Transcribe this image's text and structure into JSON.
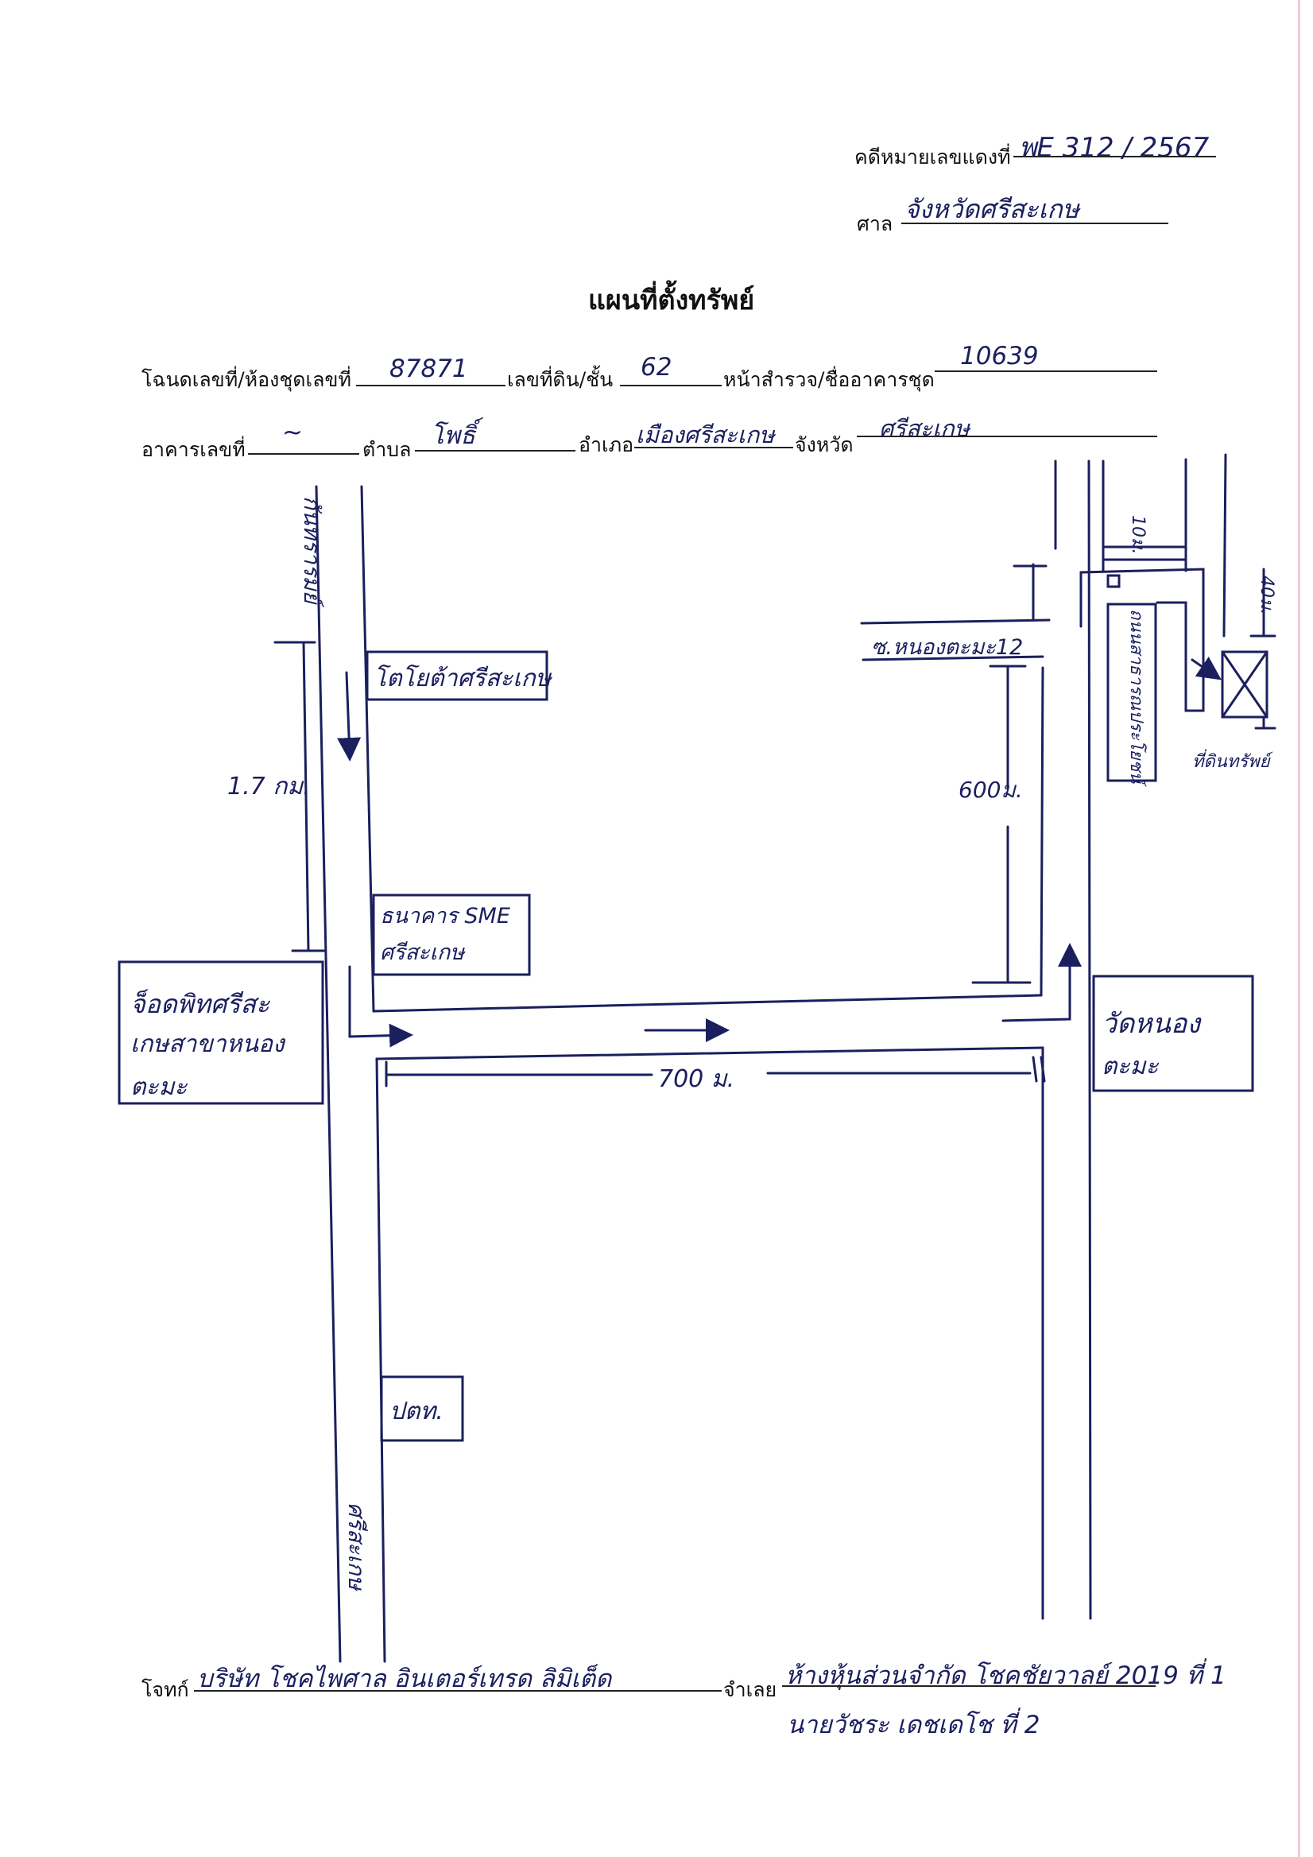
{
  "header": {
    "case_no_label": "คดีหมายเลขแดงที่",
    "case_no_value": "พE 312 / 2567",
    "court_label": "ศาล",
    "court_value": "จังหวัดศรีสะเกษ"
  },
  "title": "แผนที่ตั้งทรัพย์",
  "form": {
    "deed_label": "โฉนดเลขที่/ห้องชุดเลขที่",
    "deed_value": "87871",
    "land_no_label": "เลขที่ดิน/ชั้น",
    "land_no_value": "62",
    "survey_label": "หน้าสำรวจ/ชื่ออาคารชุด",
    "survey_value": "10639",
    "building_label": "อาคารเลขที่",
    "building_value": "~",
    "subdistrict_label": "ตำบล",
    "subdistrict_value": "โพธิ์",
    "district_label": "อำเภอ",
    "district_value": "เมืองศรีสะเกษ",
    "province_label": "จังหวัด",
    "province_value": "ศรีสะเกษ"
  },
  "map": {
    "road_top_label": "กันทรารมย์",
    "road_bottom_label": "ศรีสะเกษ",
    "box_toyota": "โตโยต้าศรีสะเกษ",
    "box_sme": [
      "ธนาคาร SME",
      "ศรีสะเกษ"
    ],
    "box_shop": [
      "จ็อดพิทศรีสะ",
      "เกษสาขาหนอง",
      "ตะมะ"
    ],
    "box_temple": [
      "วัดหนอง",
      "ตะมะ"
    ],
    "box_ptt": "ปตท.",
    "dist_1": "1.7 กม.",
    "dist_2": "700 ม.",
    "dist_3": "600ม.",
    "dist_4": "10ม.",
    "dist_5": "40ม.",
    "soi_label": "ซ.หนองตะมะ12",
    "side_label": "ถนนสาธารณประโยชน์",
    "property_label": "ที่ดินทรัพย์"
  },
  "footer": {
    "plaintiff_label": "โจทก์",
    "plaintiff_value": "บริษัท โชคไพศาล อินเตอร์เทรด ลิมิเต็ด",
    "defendant_label": "จำเลย",
    "defendant_value": "ห้างหุ้นส่วนจำกัด โชคชัยวาลย์ 2019 ที่ 1",
    "defendant_value_2": "นายวัชระ เดชเดโช ที่ 2"
  }
}
